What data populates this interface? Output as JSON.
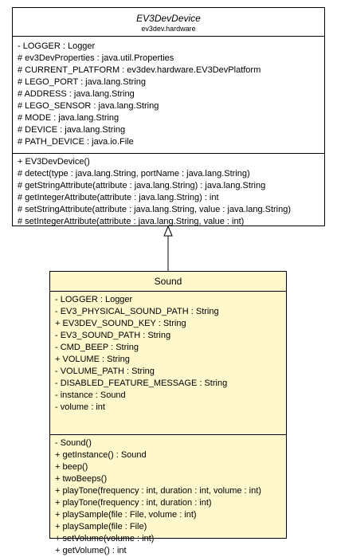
{
  "ev3_dev_device": {
    "name": "EV3DevDevice",
    "package": "ev3dev.hardware",
    "fields": [
      "- LOGGER : Logger",
      "# ev3DevProperties : java.util.Properties",
      "# CURRENT_PLATFORM : ev3dev.hardware.EV3DevPlatform",
      "# LEGO_PORT : java.lang.String",
      "# ADDRESS : java.lang.String",
      "# LEGO_SENSOR : java.lang.String",
      "# MODE : java.lang.String",
      "# DEVICE : java.lang.String",
      "# PATH_DEVICE : java.io.File"
    ],
    "methods": [
      "+ EV3DevDevice()",
      "# detect(type : java.lang.String, portName : java.lang.String)",
      "# getStringAttribute(attribute : java.lang.String) : java.lang.String",
      "# getIntegerAttribute(attribute : java.lang.String) : int",
      "# setStringAttribute(attribute : java.lang.String, value : java.lang.String)",
      "# setIntegerAttribute(attribute : java.lang.String, value : int)"
    ]
  },
  "sound": {
    "name": "Sound",
    "fields": [
      "- LOGGER : Logger",
      "- EV3_PHYSICAL_SOUND_PATH : String",
      "+ EV3DEV_SOUND_KEY : String",
      "- EV3_SOUND_PATH : String",
      "- CMD_BEEP : String",
      "+ VOLUME : String",
      "- VOLUME_PATH : String",
      "- DISABLED_FEATURE_MESSAGE : String",
      "- instance : Sound",
      "- volume : int"
    ],
    "methods": [
      "- Sound()",
      "+ getInstance() : Sound",
      "+ beep()",
      "+ twoBeeps()",
      "+ playTone(frequency : int, duration : int, volume : int)",
      "+ playTone(frequency : int, duration : int)",
      "+ playSample(file : File, volume : int)",
      "+ playSample(file : File)",
      "+ setVolume(volume : int)",
      "+ getVolume() : int"
    ]
  },
  "colors": {
    "sound_fill": "#fff8cc",
    "device_fill": "#ffffff",
    "stroke": "#000000"
  }
}
